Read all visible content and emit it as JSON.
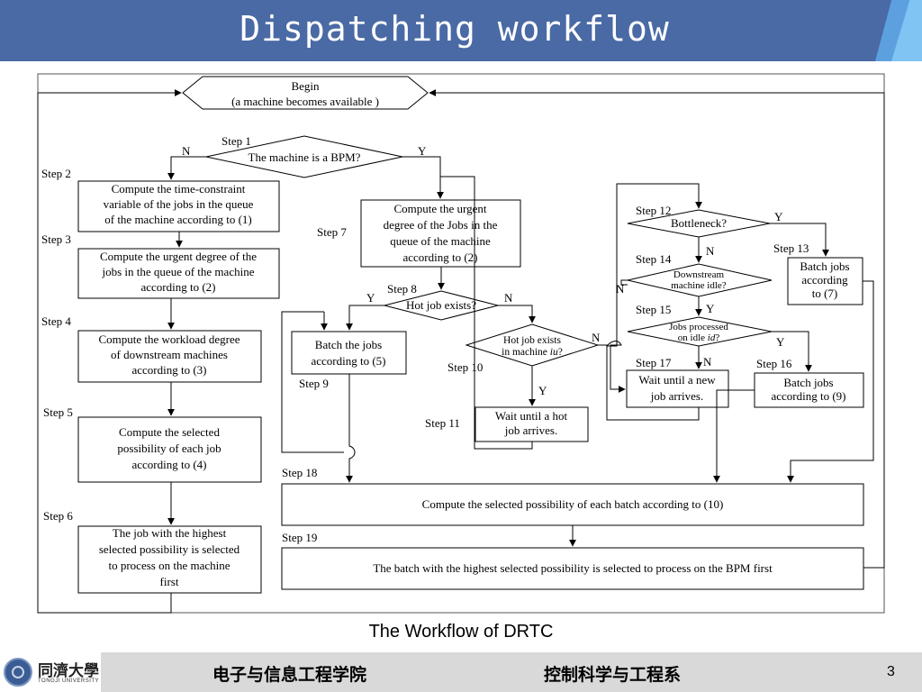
{
  "header": {
    "title": "Dispatching workflow"
  },
  "caption": "The Workflow of DRTC",
  "nodes": {
    "begin_l1": "Begin",
    "begin_l2": "(a machine becomes available )",
    "step1_label": "Step 1",
    "step1_text": "The machine is a BPM?",
    "step1_no": "N",
    "step1_yes": "Y",
    "step2_label": "Step 2",
    "step2_l1": "Compute the time-constraint",
    "step2_l2": "variable of the jobs in the queue",
    "step2_l3": "of the machine according to (1)",
    "step3_label": "Step 3",
    "step3_l1": "Compute the urgent degree of the",
    "step3_l2": "jobs in the queue of the machine",
    "step3_l3": "according to (2)",
    "step4_label": "Step 4",
    "step4_l1": "Compute the workload degree",
    "step4_l2": "of downstream machines",
    "step4_l3": "according to (3)",
    "step5_label": "Step 5",
    "step5_l1": "Compute the selected",
    "step5_l2": "possibility of each job",
    "step5_l3": "according to (4)",
    "step6_label": "Step 6",
    "step6_l1": "The job with the highest",
    "step6_l2": "selected possibility is selected",
    "step6_l3": "to process on the machine",
    "step6_l4": "first",
    "step7_label": "Step 7",
    "step7_l1": "Compute the urgent",
    "step7_l2": "degree of the Jobs in the",
    "step7_l3": "queue of the machine",
    "step7_l4": "according to (2)",
    "step8_label": "Step 8",
    "step8_text": "Hot job exists?",
    "step8_yes": "Y",
    "step8_no": "N",
    "step9_label": "Step 9",
    "step9_l1": "Batch the jobs",
    "step9_l2": "according to  (5)",
    "step10_label": "Step 10",
    "step10_l1": "Hot job exists",
    "step10_l2a": "in machine ",
    "step10_l2b": "iu",
    "step10_l2c": "?",
    "step10_no": "N",
    "step10_yes": "Y",
    "step11_label": "Step 11",
    "step11_l1": "Wait until a hot",
    "step11_l2": "job arrives.",
    "step12_label": "Step 12",
    "step12_text": "Bottleneck?",
    "step12_yes": "Y",
    "step12_no": "N",
    "step13_label": "Step 13",
    "step13_l1": "Batch jobs",
    "step13_l2": "according",
    "step13_l3": "to  (7)",
    "step14_label": "Step 14",
    "step14_l1": "Downstream",
    "step14_l2": "machine idle?",
    "step14_yes": "Y",
    "step14_no": "N",
    "step15_label": "Step 15",
    "step15_l1": "Jobs processed",
    "step15_l2a": "on idle ",
    "step15_l2b": "id",
    "step15_l2c": "?",
    "step15_yes": "Y",
    "step15_no": "N",
    "step16_label": "Step 16",
    "step16_l1": "Batch jobs",
    "step16_l2": "according to  (9)",
    "step17_label": "Step 17",
    "step17_l1": "Wait until a new",
    "step17_l2": "job arrives.",
    "step18_label": "Step 18",
    "step18_text": "Compute the selected possibility of each batch  according to (10)",
    "step19_label": "Step 19",
    "step19_text": "The batch with the highest selected possibility is selected to process on the BPM first"
  },
  "footer": {
    "logo_cn": "同濟大學",
    "logo_en": "TONGJI UNIVERSITY",
    "school": "电子与信息工程学院",
    "department": "控制科学与工程系",
    "page": "3"
  },
  "colors": {
    "header": "#4a6aa5",
    "footer": "#d9d9d9"
  }
}
